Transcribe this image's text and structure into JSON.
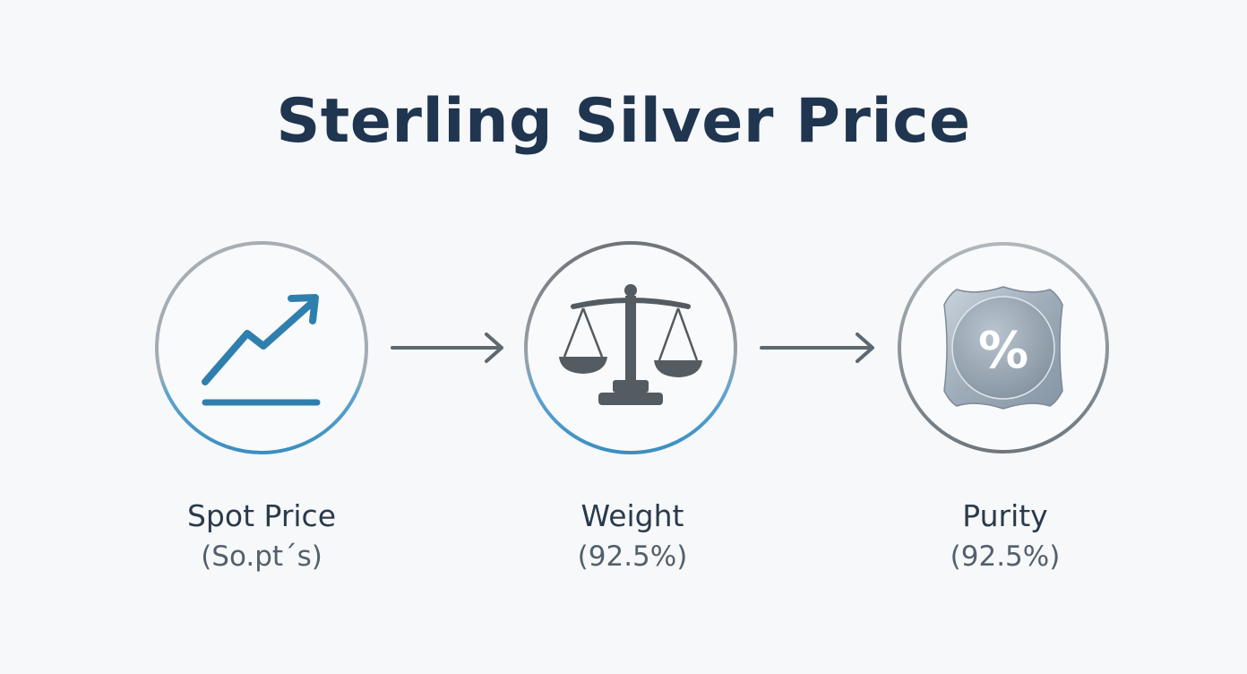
{
  "title": "Sterling Silver Price",
  "steps": [
    {
      "label": "Spot Price",
      "sublabel": "(So.pt´s)",
      "icon": "trend-up-icon"
    },
    {
      "label": "Weight",
      "sublabel": "(92.5%)",
      "icon": "balance-scale-icon"
    },
    {
      "label": "Purity",
      "sublabel": "(92.5%)",
      "icon": "percent-badge-icon",
      "badge_text": "%"
    }
  ],
  "colors": {
    "title": "#1f3550",
    "accent_blue": "#2f7fae",
    "ring_gray": "#a9b1b7",
    "arrow": "#5d6870",
    "icon_dark": "#545b61"
  }
}
